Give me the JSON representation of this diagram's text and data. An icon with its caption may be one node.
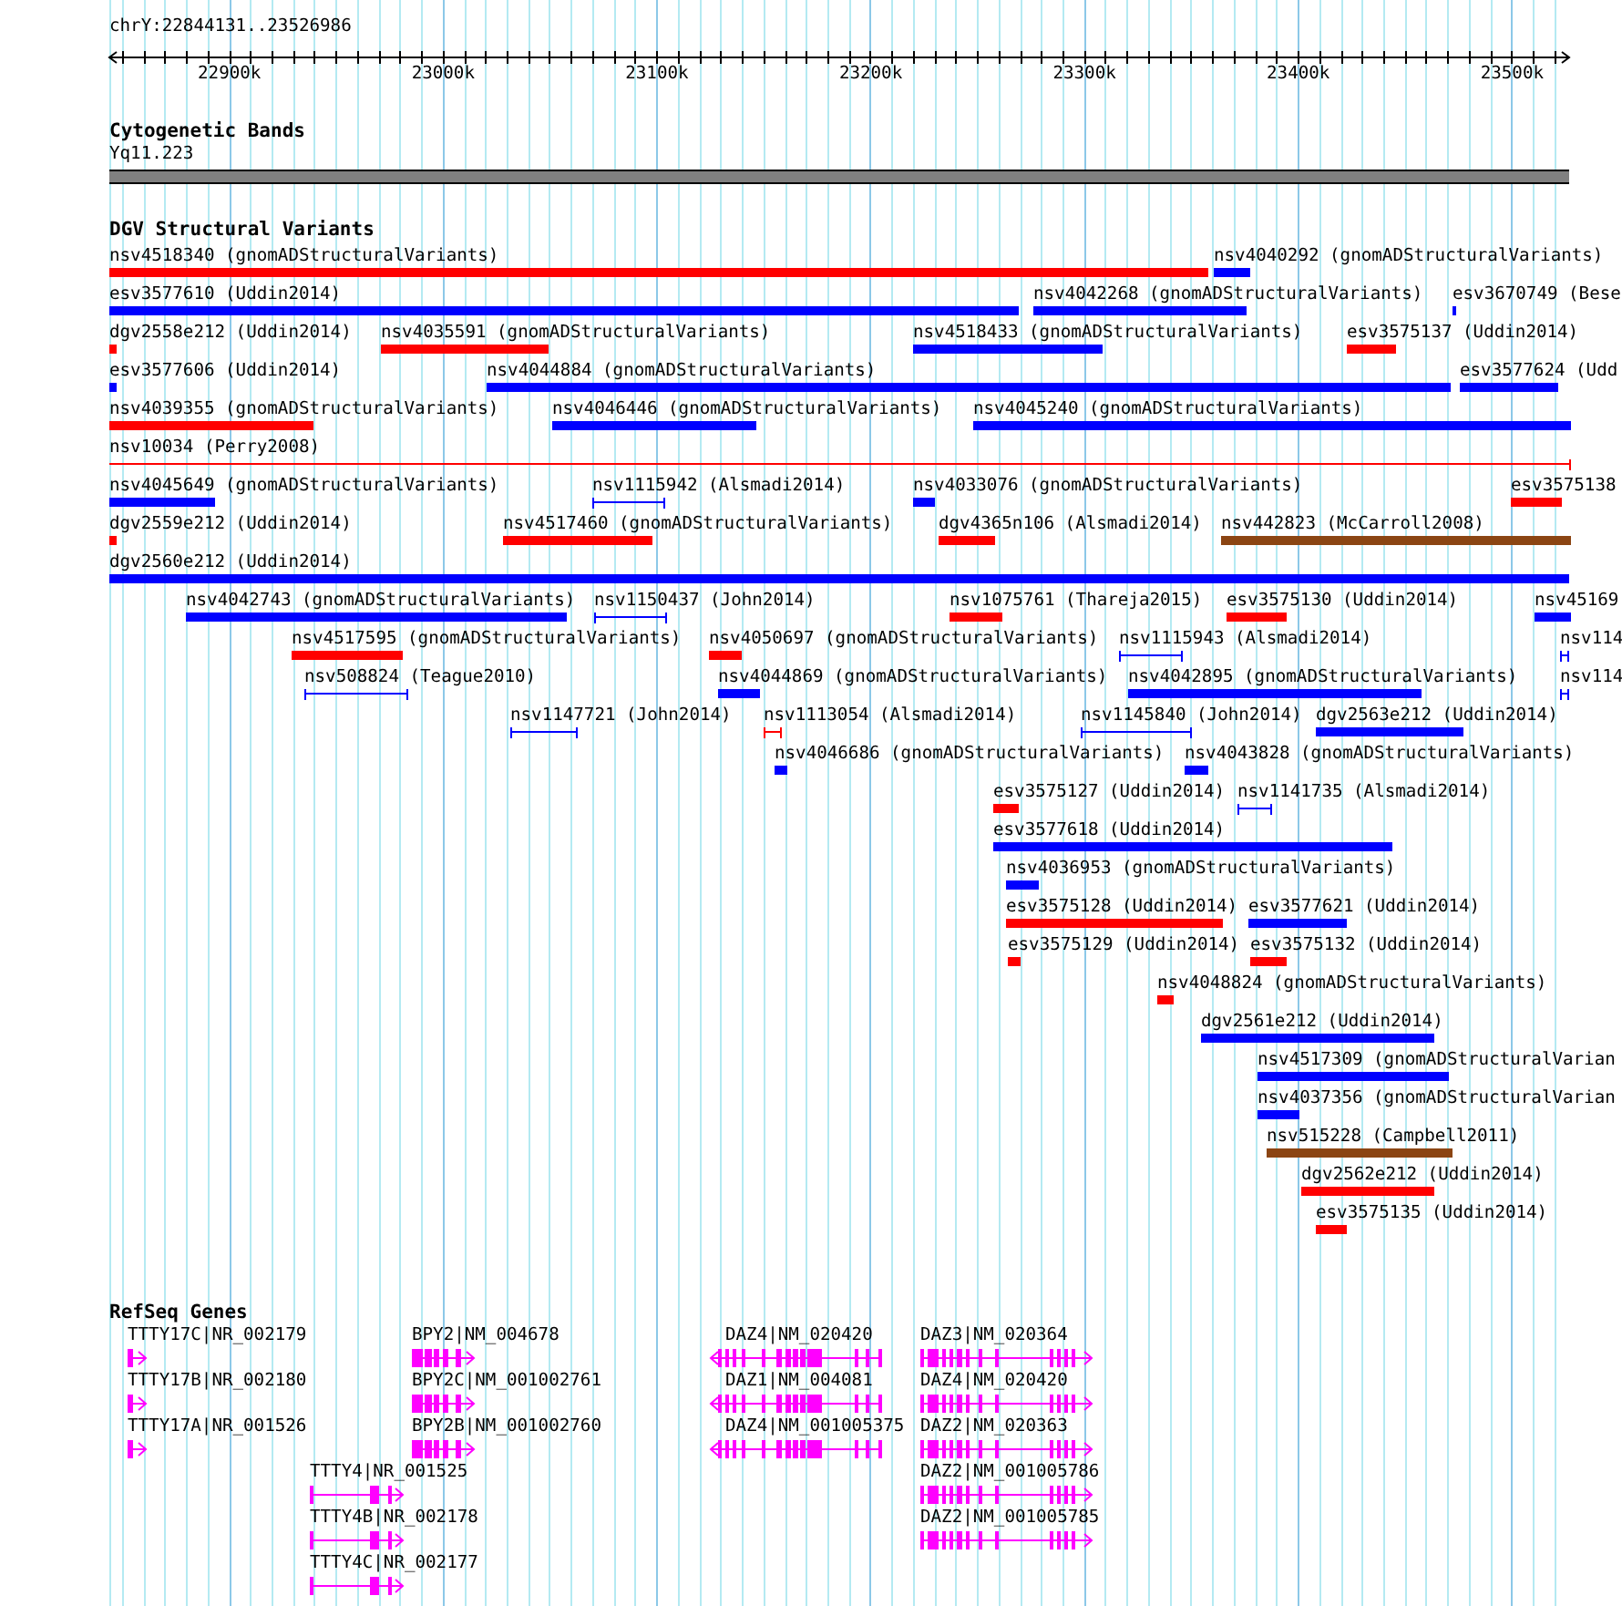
{
  "diagram": {
    "labels": [
      "chrY:22844131..23526986",
      "22900k",
      "23000k",
      "23100k",
      "23200k",
      "23300k",
      "23400k",
      "23500k",
      "Cytogenetic Bands",
      "Yq11.223",
      "DGV Structural Variants",
      "nsv4518340 (gnomADStructuralVariants)",
      "nsv4040292 (gnomADStructuralVariants)",
      "esv3577610 (Uddin2014)",
      "nsv4042268 (gnomADStructuralVariants)",
      "esv3670749 (Bese",
      "dgv2558e212 (Uddin2014)",
      "nsv4035591 (gnomADStructuralVariants)",
      "nsv4518433 (gnomADStructuralVariants)",
      "esv3575137 (Uddin2014)",
      "esv3577606 (Uddin2014)",
      "nsv4044884 (gnomADStructuralVariants)",
      "esv3577624 (Udd",
      "nsv4039355 (gnomADStructuralVariants)",
      "nsv4046446 (gnomADStructuralVariants)",
      "nsv4045240 (gnomADStructuralVariants)",
      "nsv10034 (Perry2008)",
      "nsv4045649 (gnomADStructuralVariants)",
      "nsv1115942 (Alsmadi2014)",
      "nsv4033076 (gnomADStructuralVariants)",
      "esv3575138",
      "dgv2559e212 (Uddin2014)",
      "nsv4517460 (gnomADStructuralVariants)",
      "dgv4365n106 (Alsmadi2014)",
      "nsv442823 (McCarroll2008)",
      "dgv2560e212 (Uddin2014)",
      "nsv4042743 (gnomADStructuralVariants)",
      "nsv1150437 (John2014)",
      "nsv1075761 (Thareja2015)",
      "esv3575130 (Uddin2014)",
      "nsv45169",
      "nsv4517595 (gnomADStructuralVariants)",
      "nsv4050697 (gnomADStructuralVariants)",
      "nsv1115943 (Alsmadi2014)",
      "nsv114",
      "nsv508824 (Teague2010)",
      "nsv4044869 (gnomADStructuralVariants)",
      "nsv4042895 (gnomADStructuralVariants)",
      "nsv114",
      "nsv1147721 (John2014)",
      "nsv1113054 (Alsmadi2014)",
      "nsv1145840 (John2014)",
      "dgv2563e212 (Uddin2014)",
      "nsv4046686 (gnomADStructuralVariants)",
      "nsv4043828 (gnomADStructuralVariants)",
      "esv3575127 (Uddin2014)",
      "nsv1141735 (Alsmadi2014)",
      "esv3577618 (Uddin2014)",
      "nsv4036953 (gnomADStructuralVariants)",
      "esv3575128 (Uddin2014)",
      "esv3577621 (Uddin2014)",
      "esv3575129 (Uddin2014)",
      "esv3575132 (Uddin2014)",
      "nsv4048824 (gnomADStructuralVariants)",
      "dgv2561e212 (Uddin2014)",
      "nsv4517309 (gnomADStructuralVarian",
      "nsv4037356 (gnomADStructuralVarian",
      "nsv515228 (Campbell2011)",
      "dgv2562e212 (Uddin2014)",
      "esv3575135 (Uddin2014)",
      "RefSeq Genes",
      "TTTY17C|NR_002179",
      "BPY2|NM_004678",
      "DAZ4|NM_020420",
      "DAZ3|NM_020364",
      "TTTY17B|NR_002180",
      "BPY2C|NM_001002761",
      "DAZ1|NM_004081",
      "DAZ4|NM_020420",
      "TTTY17A|NR_001526",
      "BPY2B|NM_001002760",
      "DAZ4|NM_001005375",
      "DAZ2|NM_020363",
      "TTTY4|NR_001525",
      "DAZ2|NM_001005786",
      "TTTY4B|NR_002178",
      "DAZ2|NM_001005785",
      "TTTY4C|NR_002177"
    ]
  }
}
